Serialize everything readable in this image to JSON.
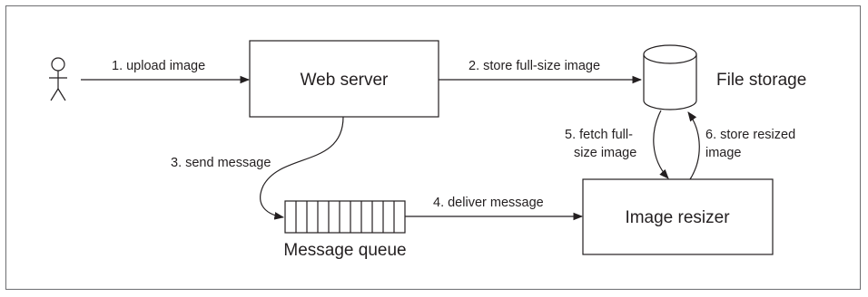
{
  "nodes": {
    "web_server": "Web server",
    "file_storage": "File storage",
    "image_resizer": "Image resizer",
    "message_queue": "Message queue"
  },
  "edges": {
    "upload": "1. upload image",
    "store_full": "2. store full-size image",
    "send_message": "3. send message",
    "deliver": "4. deliver message",
    "fetch_line1": "5. fetch full-",
    "fetch_line2": "size image",
    "store_resized_line1": "6. store resized",
    "store_resized_line2": "image"
  }
}
